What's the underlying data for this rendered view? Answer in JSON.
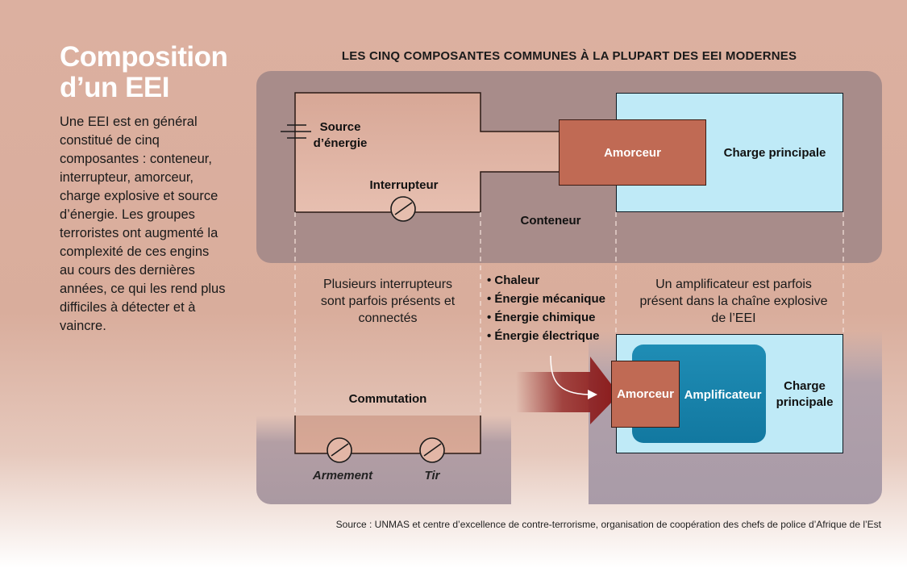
{
  "sidebar": {
    "title_line1": "Composition",
    "title_line2": "d’un EEI",
    "intro": "Une EEI est en général constitué de cinq composantes : conteneur, interrupteur, amorceur, charge explosive et source d’énergie. Les groupes terroristes ont augmenté la complexité de ces engins au cours des dernières années, ce qui les rend plus difficiles à détecter et à vaincre."
  },
  "diagram": {
    "header": "LES CINQ COMPOSANTES COMMUNES À LA PLUPART DES EEI MODERNES",
    "top": {
      "source_line1": "Source",
      "source_line2": "d’énergie",
      "interrupteur": "Interrupteur",
      "amorceur": "Amorceur",
      "charge": "Charge principale",
      "conteneur": "Conteneur"
    },
    "middle": {
      "switch_note": "Plusieurs interrupteurs sont parfois présents et connectés",
      "energies": [
        "Chaleur",
        "Énergie mécanique",
        "Énergie chimique",
        "Énergie électrique"
      ],
      "amplifier_note": "Un amplificateur est parfois présent dans la chaîne explosive de l’EEI"
    },
    "bottom": {
      "commutation": "Commutation",
      "armement": "Armement",
      "tir": "Tir",
      "amorceur": "Amorceur",
      "amplificateur": "Amplificateur",
      "charge_line1": "Charge",
      "charge_line2": "principale"
    }
  },
  "source": "Source : UNMAS et centre d’excellence de contre-terrorisme, organisation de coopération des chefs de police d’Afrique de l’Est",
  "colors": {
    "background": "#dcb0a0",
    "container_panel": "#a88c8a",
    "charge_blue": "#bfeaf7",
    "amplifier_blue": "#1278a0",
    "amorceur": "#c06a54",
    "arrow": "#8b1a1a"
  }
}
